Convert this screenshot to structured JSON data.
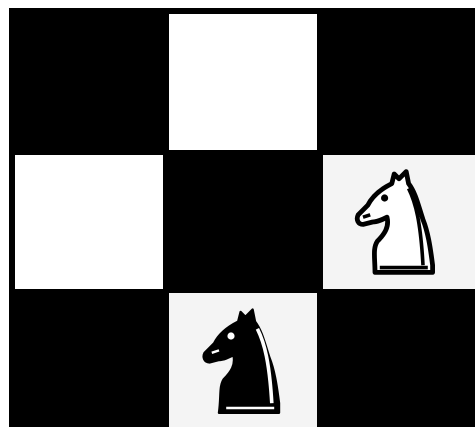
{
  "board": {
    "rows": 3,
    "cols": 3,
    "squares": [
      [
        {
          "color": "dark"
        },
        {
          "color": "light"
        },
        {
          "color": "dark"
        }
      ],
      [
        {
          "color": "light"
        },
        {
          "color": "dark"
        },
        {
          "color": "light",
          "piece": "white-knight"
        }
      ],
      [
        {
          "color": "dark"
        },
        {
          "color": "light",
          "piece": "black-knight"
        },
        {
          "color": "dark"
        }
      ]
    ]
  },
  "colors": {
    "dark_square": "#000000",
    "light_square": "#ffffff"
  },
  "pieces": [
    {
      "type": "knight",
      "side": "white",
      "icon": "white-knight-icon",
      "row": 1,
      "col": 2
    },
    {
      "type": "knight",
      "side": "black",
      "icon": "black-knight-icon",
      "row": 2,
      "col": 1
    }
  ]
}
